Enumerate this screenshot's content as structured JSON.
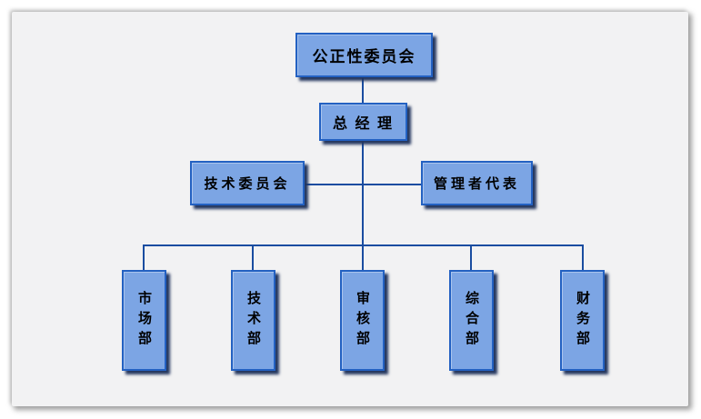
{
  "diagram": {
    "type": "org-chart",
    "nodes": {
      "impartiality_committee": {
        "label": "公正性委员会",
        "level": 1
      },
      "general_manager": {
        "label": "总 经 理",
        "level": 2
      },
      "technical_committee": {
        "label": "技术委员会",
        "level": 3
      },
      "management_representative": {
        "label": "管理者代表",
        "level": 3
      },
      "departments": [
        {
          "label": "市场部",
          "orientation": "vertical"
        },
        {
          "label": "技术部",
          "orientation": "vertical"
        },
        {
          "label": "审核部",
          "orientation": "vertical"
        },
        {
          "label": "综合部",
          "orientation": "vertical"
        },
        {
          "label": "财务部",
          "orientation": "vertical"
        }
      ]
    },
    "hierarchy": [
      {
        "from": "公正性委员会",
        "to": [
          "总 经 理"
        ]
      },
      {
        "from": "总 经 理",
        "to": [
          "技术委员会",
          "管理者代表",
          "市场部",
          "技术部",
          "审核部",
          "综合部",
          "财务部"
        ]
      }
    ],
    "colors": {
      "node_fill": "#7ca5e4",
      "node_border": "#2361c2",
      "node_shadow": "#24365e",
      "connector": "#1a4da0",
      "canvas_background": "#f2f2f3",
      "page_background": "#ffffff",
      "text": "#000000"
    }
  }
}
